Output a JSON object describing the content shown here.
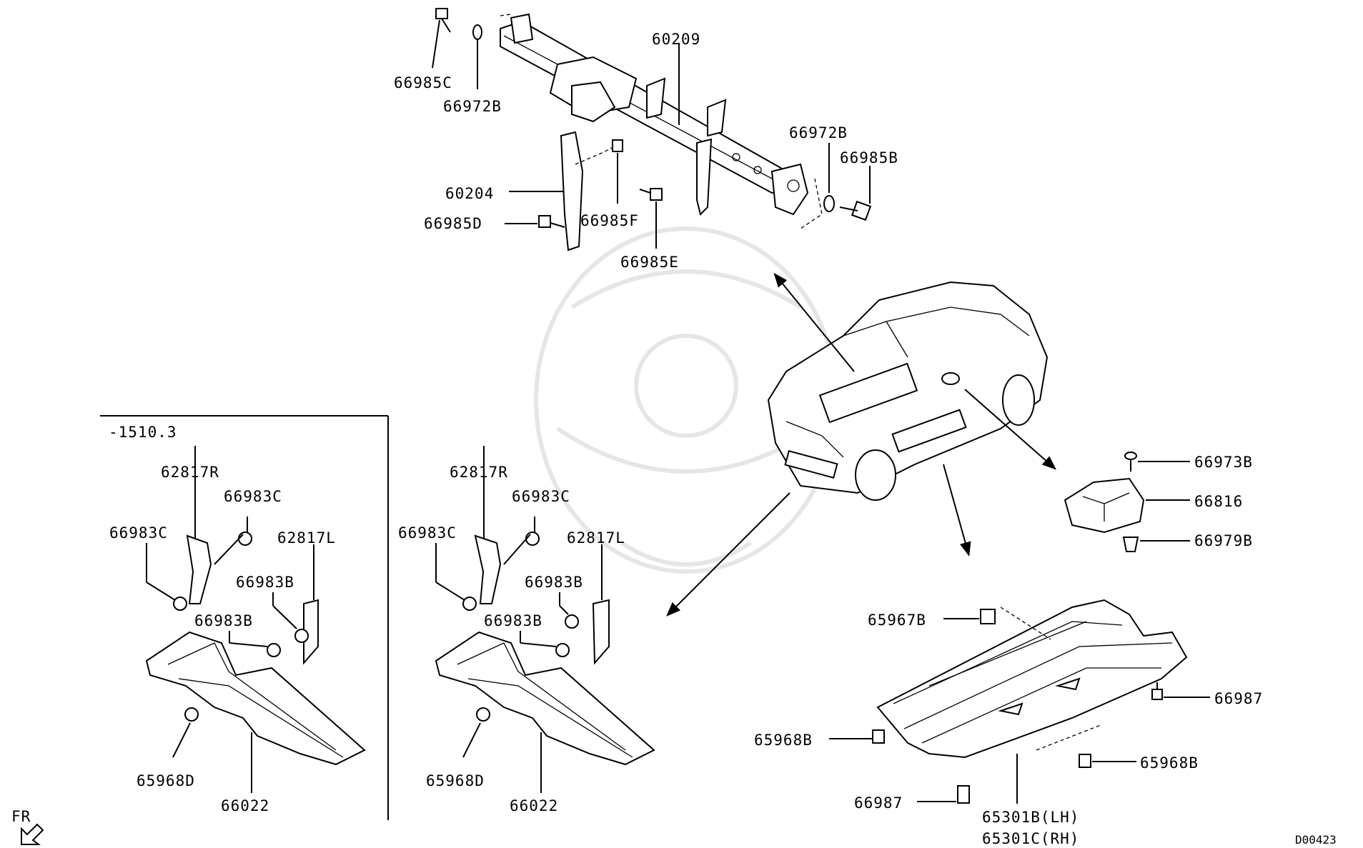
{
  "sheet_code": "D00423",
  "fr_label": "FR",
  "range_note": "-1510.3",
  "labels": {
    "p66985C": "66985C",
    "p66972B_top": "66972B",
    "p60209": "60209",
    "p66972B_right": "66972B",
    "p66985B": "66985B",
    "p60204": "60204",
    "p66985D": "66985D",
    "p66985F": "66985F",
    "p66985E": "66985E",
    "p66973B": "66973B",
    "p66816": "66816",
    "p66979B": "66979B",
    "p65967B": "65967B",
    "p66987_right": "66987",
    "p65968B_left": "65968B",
    "p65968B_right": "65968B",
    "p66987_bottom": "66987",
    "p65301B": "65301B(LH)",
    "p65301C": "65301C(RH)",
    "l62817R": "62817R",
    "l66983C_a": "66983C",
    "l66983C_b": "66983C",
    "l62817L": "62817L",
    "l66983B_a": "66983B",
    "l66983B_b": "66983B",
    "l65968D": "65968D",
    "l66022": "66022",
    "m62817R": "62817R",
    "m66983C_a": "66983C",
    "m66983C_b": "66983C",
    "m62817L": "62817L",
    "m66983B_a": "66983B",
    "m66983B_b": "66983B",
    "m65968D": "65968D",
    "m66022": "66022"
  }
}
